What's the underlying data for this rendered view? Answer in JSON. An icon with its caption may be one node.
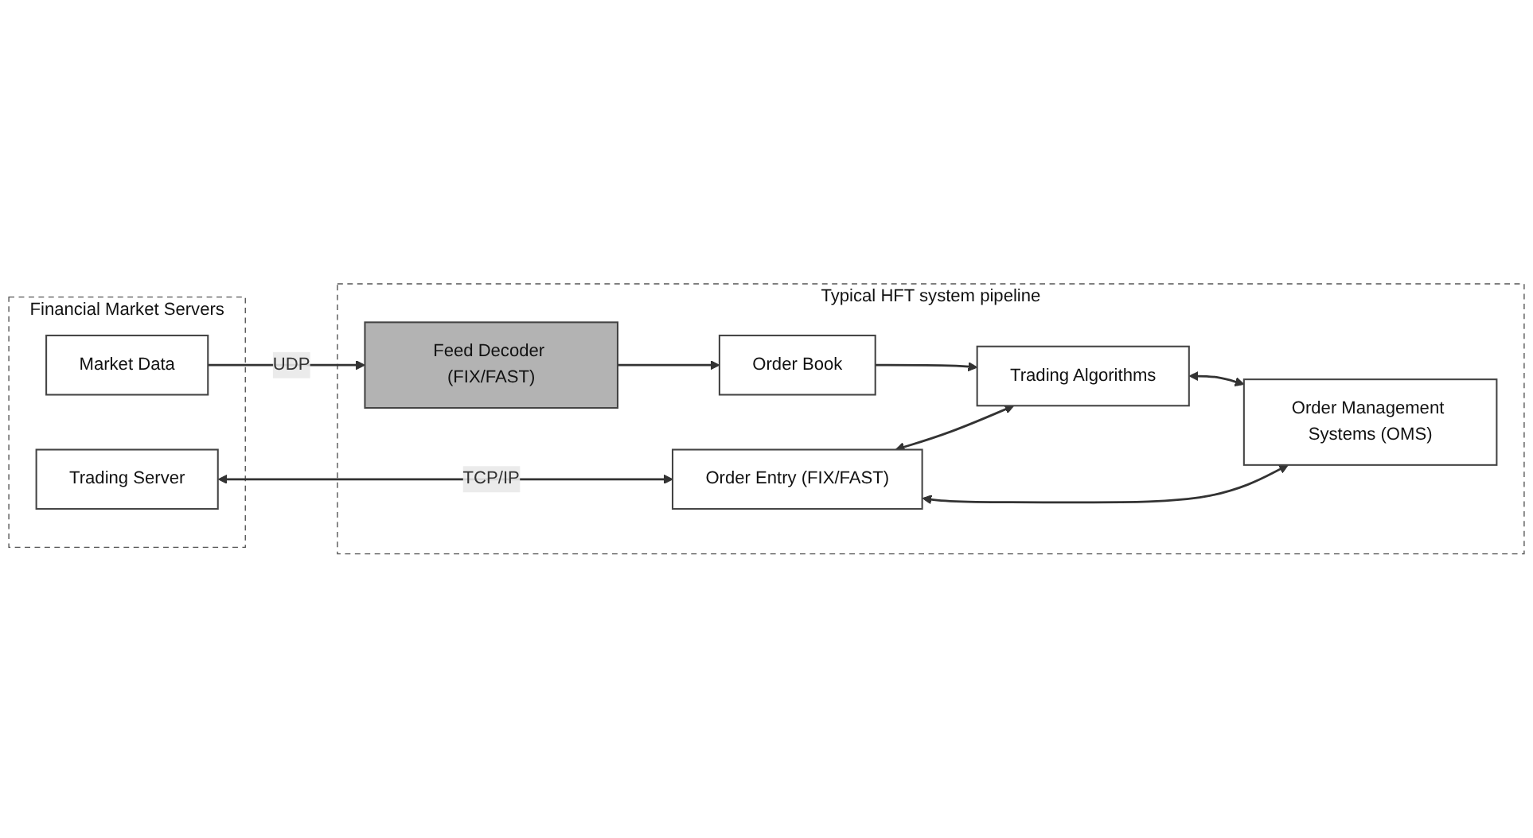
{
  "diagram": {
    "nodes": [
      {
        "text": [
          "Financial Market Servers"
        ]
      },
      {
        "text": [
          "Market Data"
        ],
        "in": 0
      },
      {
        "text": [
          "Trading Server"
        ],
        "in": 0
      },
      {
        "text": [
          "Typical HFT system pipeline"
        ]
      },
      {
        "text": [
          "Feed Decoder (FIX/FAST)"
        ],
        "in": 3
      },
      {
        "text": [
          "Order Book"
        ],
        "in": 3
      },
      {
        "text": [
          "Order Entry (FIX/FAST)"
        ],
        "in": 3
      },
      {
        "text": [
          "Trading Algorithms"
        ],
        "in": 3
      },
      {
        "text": [
          "Order Management Systems (OMS)"
        ],
        "in": 3
      }
    ],
    "edges": [
      {
        "from": 1,
        "to": 4,
        "arrow": "to",
        "label": "UDP"
      },
      {
        "from": 2,
        "to": 6,
        "arrow": "both",
        "label": "TCP/IP"
      },
      {
        "from": 4,
        "to": 5,
        "arrow": "to"
      },
      {
        "from": 5,
        "to": 7,
        "arrow": "to"
      },
      {
        "from": 6,
        "to": 7,
        "arrow": "both"
      },
      {
        "from": 6,
        "to": 8,
        "arrow": "both"
      },
      {
        "from": 7,
        "to": 8,
        "arrow": "both"
      }
    ]
  }
}
